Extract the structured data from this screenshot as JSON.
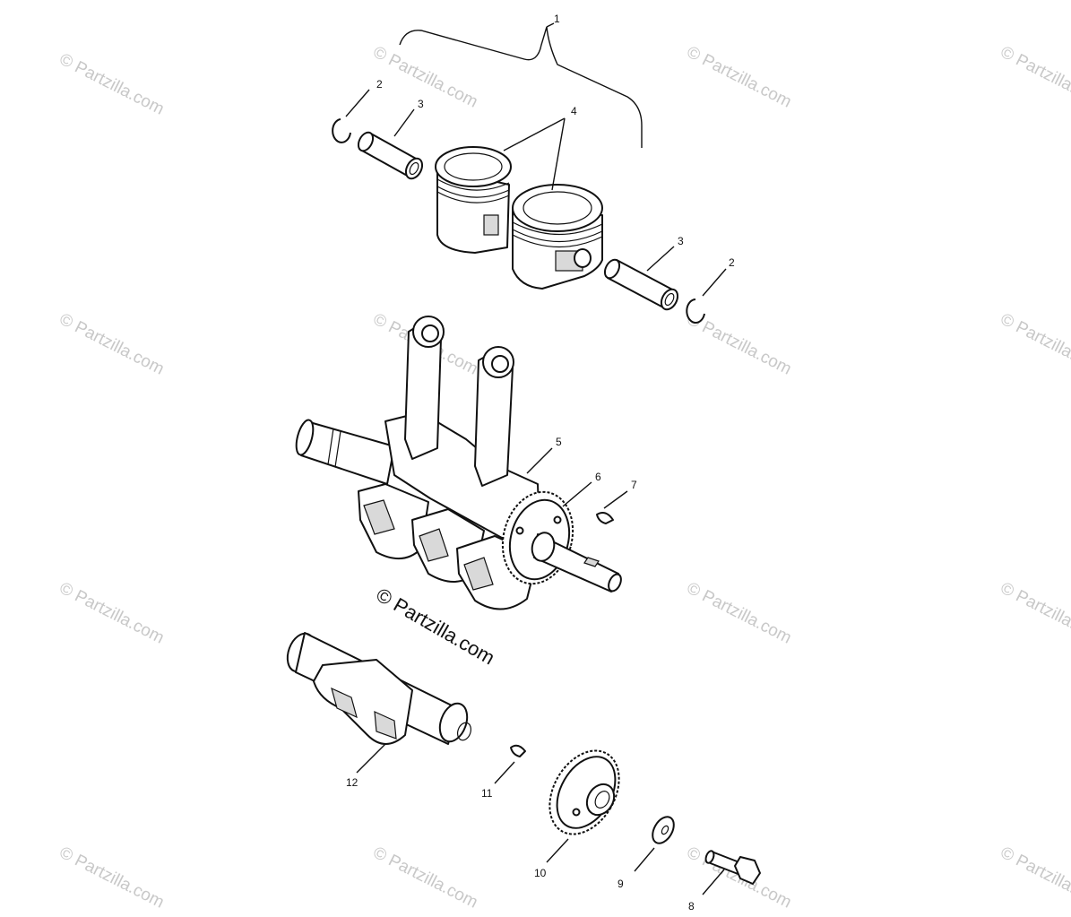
{
  "watermark": {
    "text": "© Partzilla.com",
    "main_text": "© Partzilla.com"
  },
  "callouts": {
    "c1": "1",
    "c2a": "2",
    "c3a": "3",
    "c4": "4",
    "c3b": "3",
    "c2b": "2",
    "c5": "5",
    "c6": "6",
    "c7": "7",
    "c12": "12",
    "c11": "11",
    "c10": "10",
    "c9": "9",
    "c8": "8"
  }
}
